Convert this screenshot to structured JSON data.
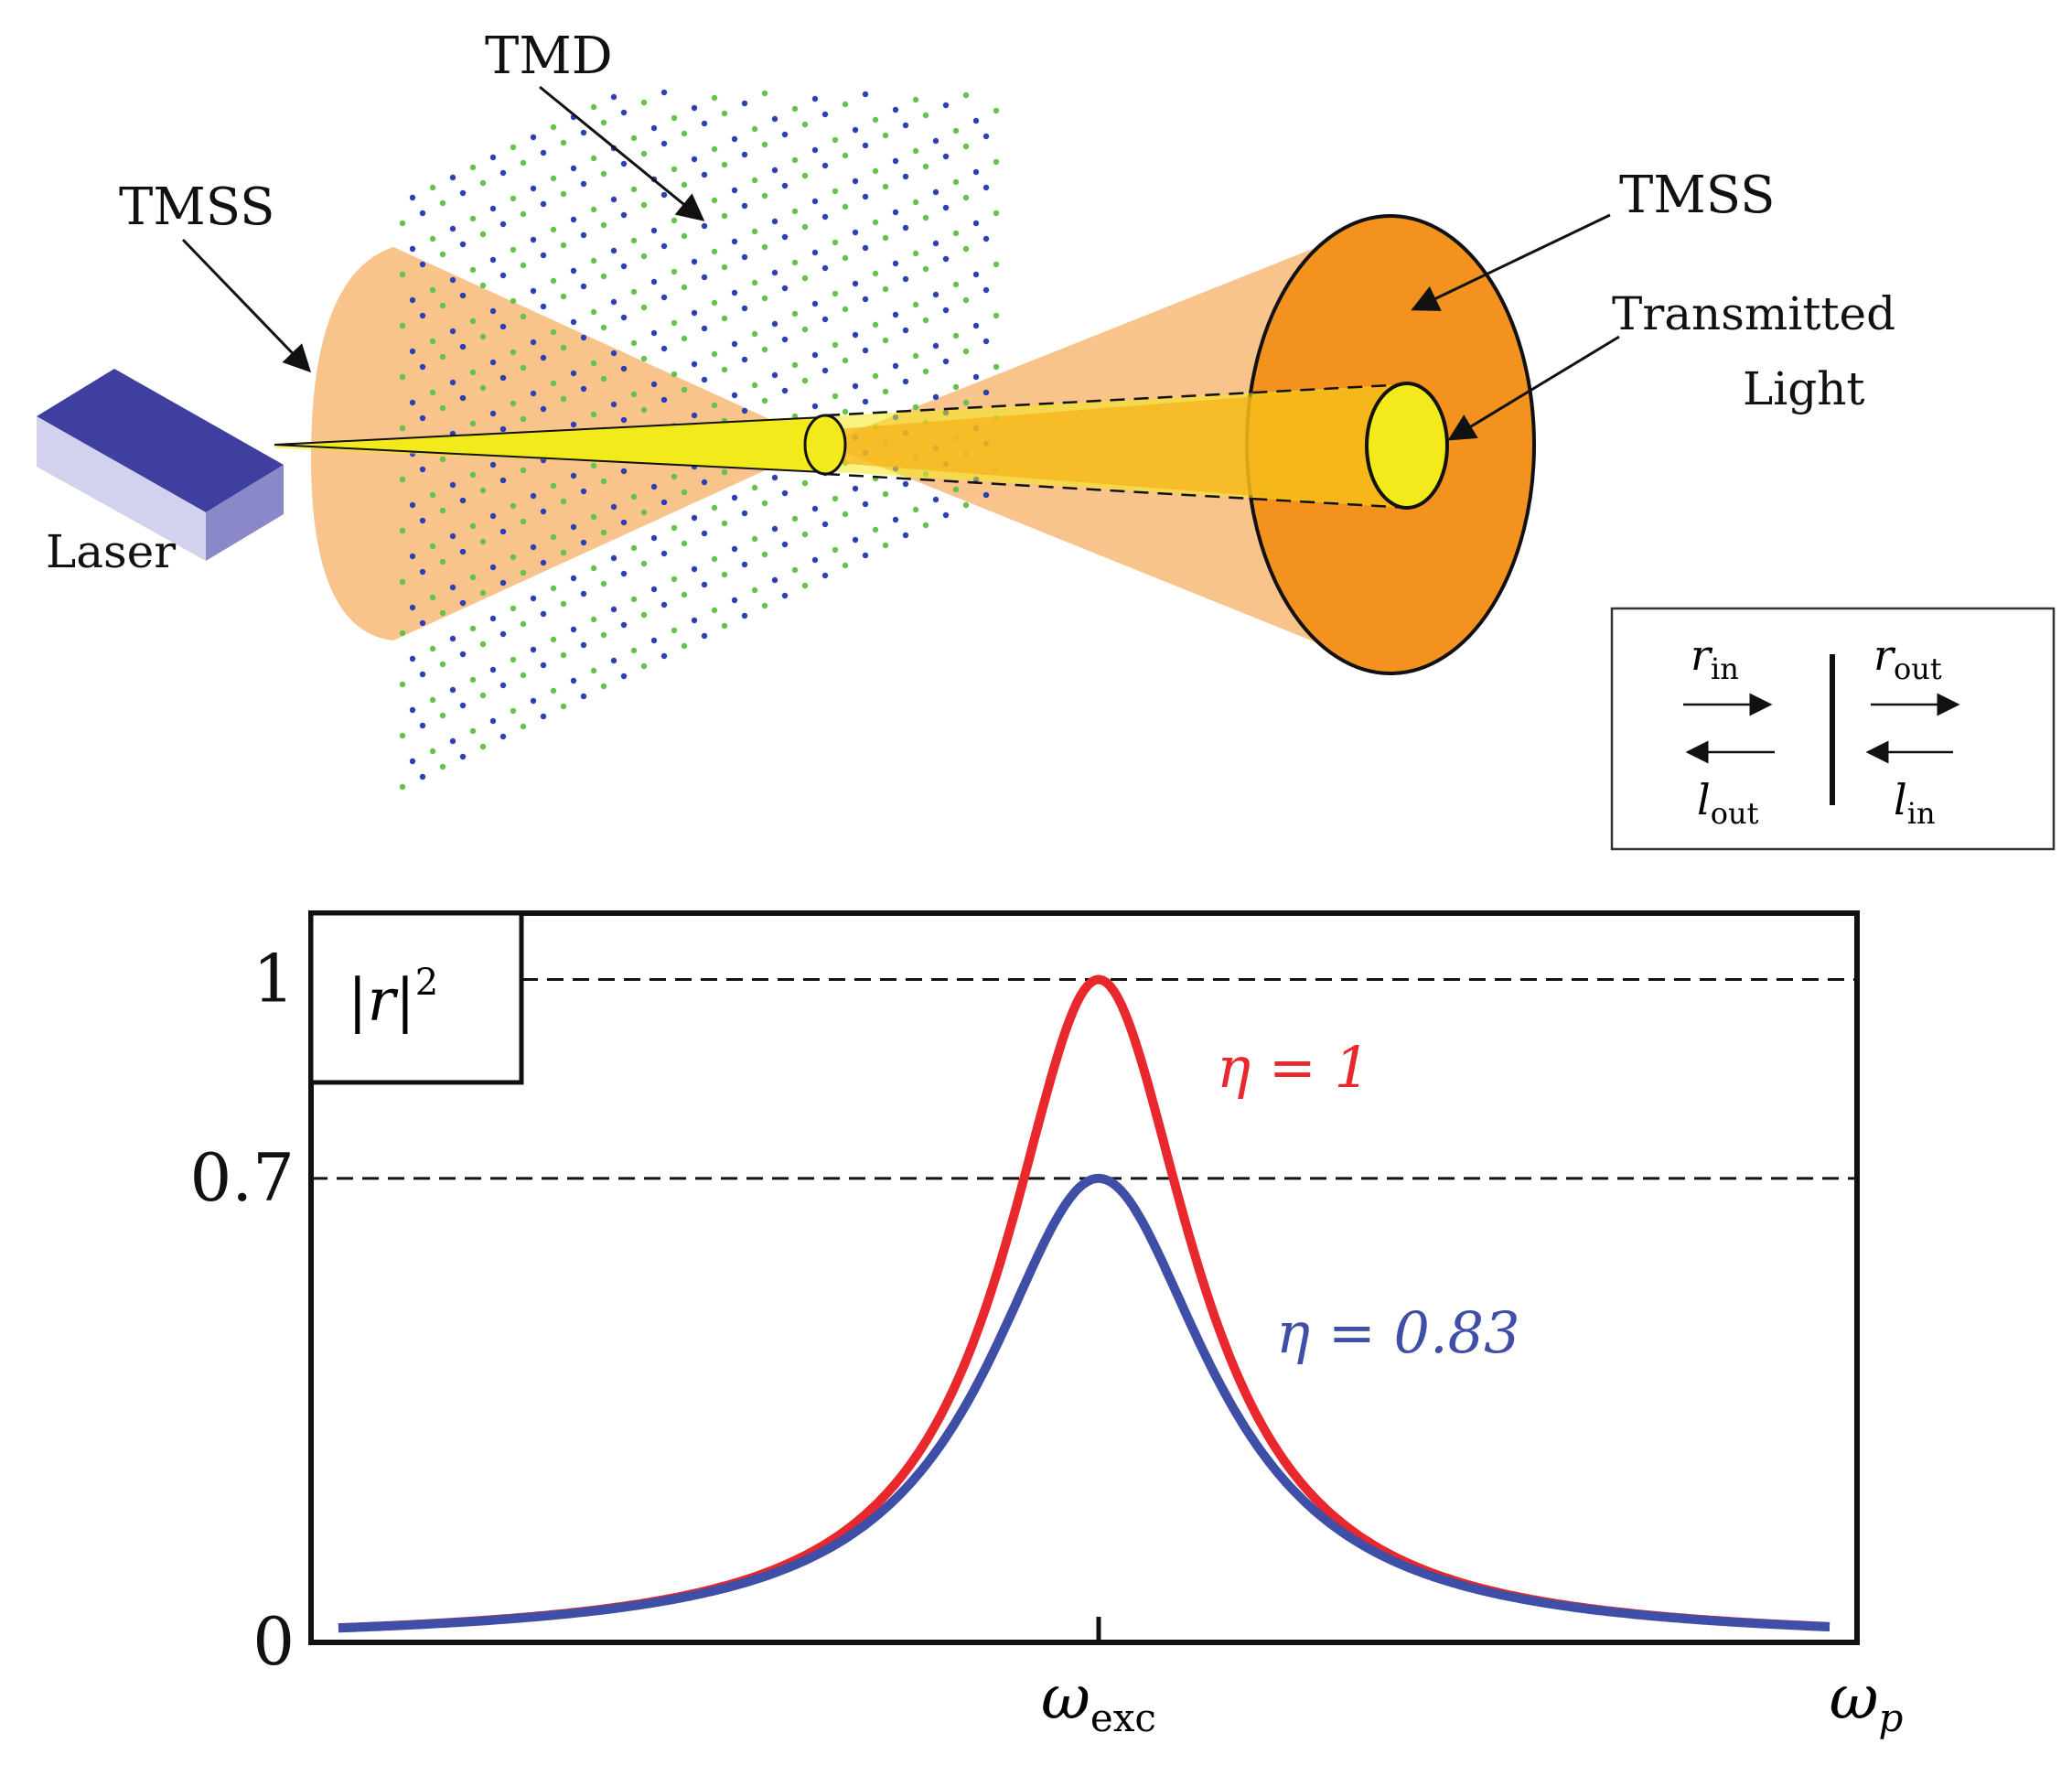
{
  "labels": {
    "tmd": "TMD",
    "tmss_left": "TMSS",
    "tmss_right": "TMSS",
    "transmitted_line1": "Transmitted",
    "transmitted_line2": "Light",
    "laser": "Laser"
  },
  "inset": {
    "r_in": "r",
    "r_in_sub": "in",
    "r_out": "r",
    "r_out_sub": "out",
    "l_out": "l",
    "l_out_sub": "out",
    "l_in": "l",
    "l_in_sub": "in"
  },
  "colors": {
    "lattice_green": "#66c24a",
    "lattice_blue": "#2e3fb3",
    "cone_light": "#f8c48c",
    "cone_dark": "#f3921f",
    "beam_yellow": "#f3ea1c",
    "laser_top": "#3e3f9e",
    "laser_front": "#d3d2ee",
    "laser_side": "#8a88c8",
    "red_curve": "#e8282d",
    "blue_curve": "#3f4fa8"
  },
  "chart_data": {
    "type": "line",
    "ylabel": "|r|²",
    "ylabel_base": "|r|",
    "ylabel_exp": "2",
    "ylim": [
      0,
      1.1
    ],
    "yticks": [
      "0",
      "0.7",
      "1"
    ],
    "ytick_values": [
      0,
      0.7,
      1
    ],
    "reference_lines": [
      1,
      0.7
    ],
    "xticks": [
      "ω_exc",
      "ω_p"
    ],
    "xtick_main": "ω",
    "xtick_main_sub": "exc",
    "xtick_end": "ω",
    "xtick_end_sub": "p",
    "x_domain": [
      -5.2,
      5.0
    ],
    "series": [
      {
        "name": "η = 1",
        "peak": 1.0,
        "color": "#e8282d"
      },
      {
        "name": "η = 0.83",
        "peak": 0.7,
        "color": "#3f4fa8"
      }
    ],
    "series_labels": {
      "red": "η = 1",
      "blue": "η = 0.83"
    }
  }
}
